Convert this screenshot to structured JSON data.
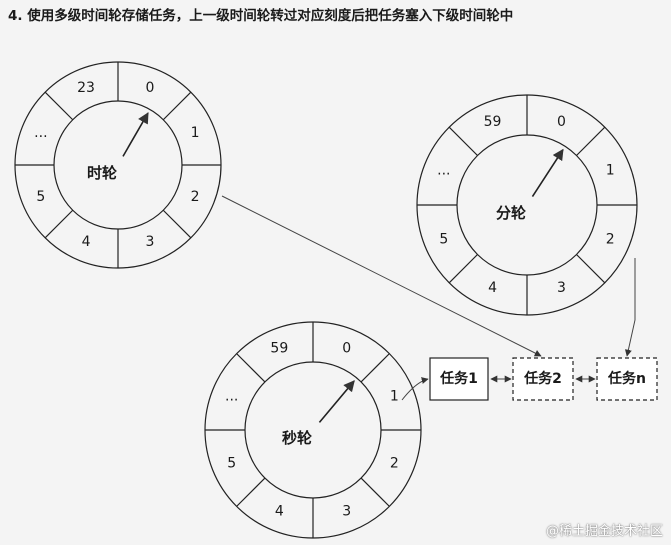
{
  "heading": "4. 使用多级时间轮存储任务，上一级时间轮转过对应刻度后把任务塞入下级时间轮中",
  "wheels": [
    {
      "id": "hour",
      "hub": "时轮",
      "slots": [
        "23",
        "0",
        "1",
        "2",
        "3",
        "4",
        "5",
        "..."
      ]
    },
    {
      "id": "minute",
      "hub": "分轮",
      "slots": [
        "59",
        "0",
        "1",
        "2",
        "3",
        "4",
        "5",
        "..."
      ]
    },
    {
      "id": "second",
      "hub": "秒轮",
      "slots": [
        "59",
        "0",
        "1",
        "2",
        "3",
        "4",
        "5",
        "..."
      ]
    }
  ],
  "tasks": [
    {
      "label": "任务1",
      "style": "solid"
    },
    {
      "label": "任务2",
      "style": "dashed"
    },
    {
      "label": "任务n",
      "style": "dashed"
    }
  ],
  "watermark": "@稀土掘金技术社区"
}
